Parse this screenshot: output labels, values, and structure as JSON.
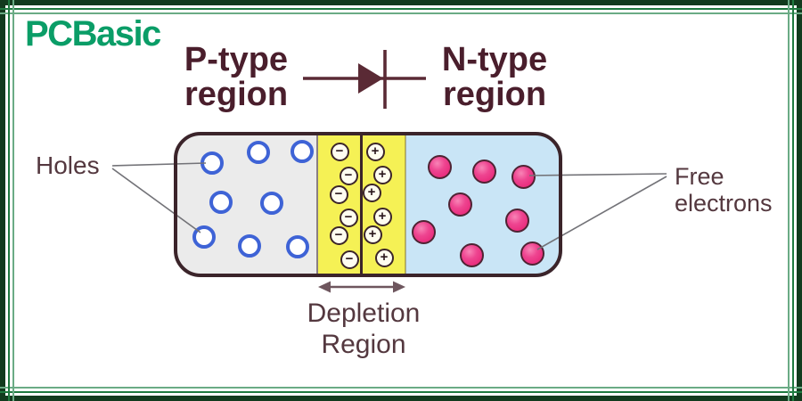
{
  "colors": {
    "frame-outer": "#123b1e",
    "frame-mid": "#1f7a40",
    "frame-inner": "#6aab85",
    "logo-green": "#0a9d67",
    "heading": "#4a1e2c",
    "label": "#54383f",
    "diode": "#5a2a35",
    "box-border": "#3b242a",
    "p-region-bg": "#ebebeb",
    "depletion-bg": "#f5f155",
    "n-region-bg": "#c9e5f6",
    "hole-ring": "#3e63d6",
    "electron-fill": "#e92e7e",
    "leader-line": "#737378",
    "arrow": "#6e565e"
  },
  "logo": {
    "text": "PCBasic"
  },
  "headers": {
    "p_type_line1": "P-type",
    "p_type_line2": "region",
    "n_type_line1": "N-type",
    "n_type_line2": "region"
  },
  "labels": {
    "holes": "Holes",
    "free_electrons_line1": "Free",
    "free_electrons_line2": "electrons",
    "depletion_line1": "Depletion",
    "depletion_line2": "Region"
  },
  "diagram": {
    "hole_count": 8,
    "electron_count": 8,
    "negative_charge_count": 6,
    "positive_charge_count": 6,
    "minus_symbol": "−",
    "plus_symbol": "+"
  }
}
